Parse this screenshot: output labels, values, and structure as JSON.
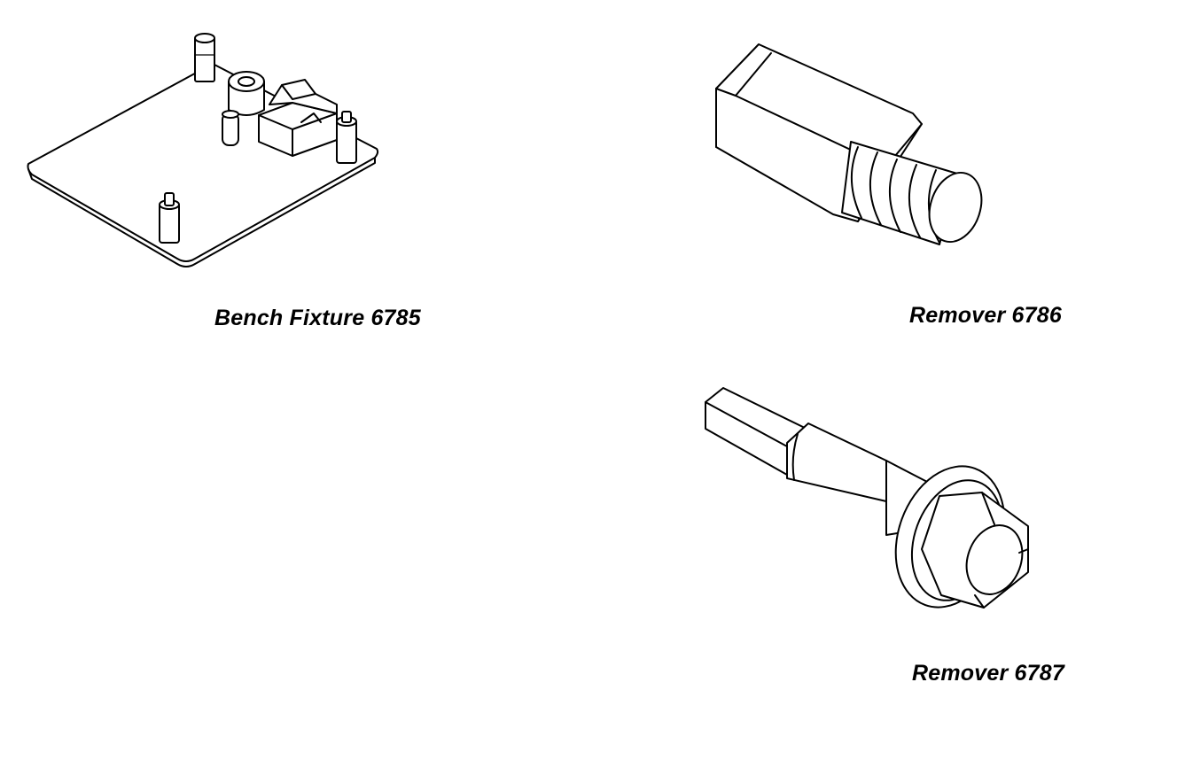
{
  "tools": [
    {
      "id": "bench-fixture",
      "caption": "Bench Fixture 6785"
    },
    {
      "id": "remover-6786",
      "caption": "Remover 6786"
    },
    {
      "id": "remover-6787",
      "caption": "Remover 6787"
    }
  ]
}
